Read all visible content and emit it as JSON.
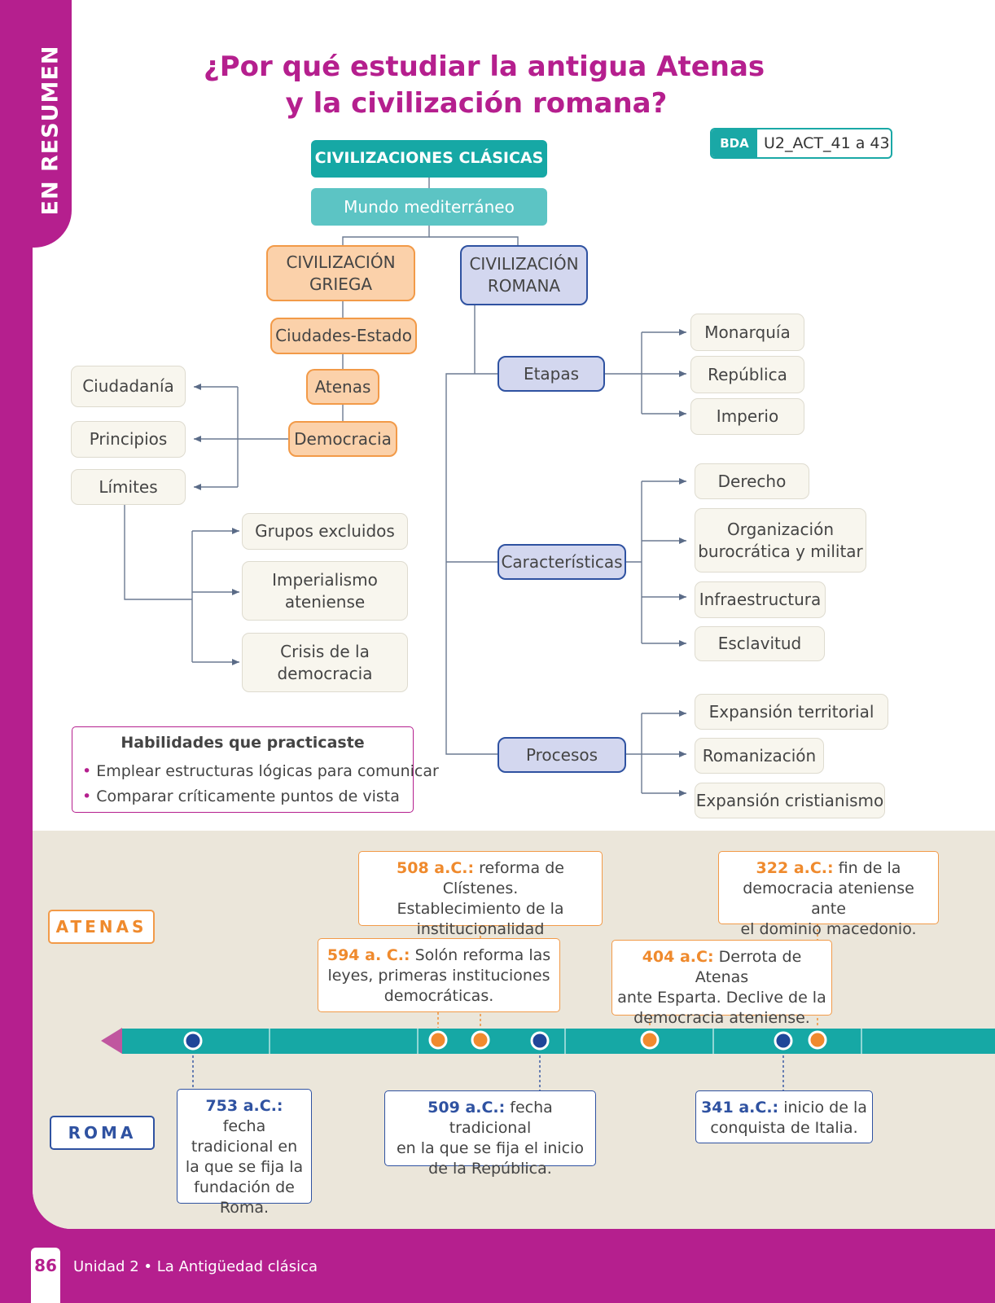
{
  "side_tab": "EN RESUMEN",
  "title": {
    "line1": "¿Por qué estudiar la antigua Atenas",
    "line2": "y la civilización romana?"
  },
  "bda": {
    "tag": "BDA",
    "code": "U2_ACT_41 a 43"
  },
  "map": {
    "root": "CIVILIZACIONES CLÁSICAS",
    "sub": "Mundo mediterráneo",
    "greek": {
      "title_l1": "CIVILIZACIÓN",
      "title_l2": "GRIEGA",
      "ciudades": "Ciudades-Estado",
      "atenas": "Atenas",
      "democracia": "Democracia",
      "branches": [
        "Ciudadanía",
        "Principios",
        "Límites"
      ],
      "limits": [
        {
          "l1": "Grupos excluidos",
          "l2": ""
        },
        {
          "l1": "Imperialismo",
          "l2": "ateniense"
        },
        {
          "l1": "Crisis de la",
          "l2": "democracia"
        }
      ]
    },
    "roman": {
      "title_l1": "CIVILIZACIÓN",
      "title_l2": "ROMANA",
      "etapas": "Etapas",
      "etapas_items": [
        "Monarquía",
        "República",
        "Imperio"
      ],
      "caracteristicas": "Características",
      "car_items": [
        {
          "l1": "Derecho",
          "l2": ""
        },
        {
          "l1": "Organización",
          "l2": "burocrática y militar"
        },
        {
          "l1": "Infraestructura",
          "l2": ""
        },
        {
          "l1": "Esclavitud",
          "l2": ""
        }
      ],
      "procesos": "Procesos",
      "proc_items": [
        "Expansión territorial",
        "Romanización",
        "Expansión cristianismo"
      ]
    }
  },
  "skills": {
    "title": "Habilidades que practicaste",
    "items": [
      "Emplear estructuras lógicas para comunicar",
      "Comparar críticamente puntos de vista"
    ]
  },
  "timeline": {
    "atenas_label": "ATENAS",
    "roma_label": "ROMA",
    "atenas_events": [
      {
        "year": "508 a.C.:",
        "l1": " reforma de Clístenes.",
        "l2": "Establecimiento de la",
        "l3": "institucionalidad democrática."
      },
      {
        "year": "322 a.C.:",
        "l1": " fin de la",
        "l2": "democracia ateniense ante",
        "l3": "el dominio macedonio."
      },
      {
        "year": "594 a. C.:",
        "l1": " Solón reforma las",
        "l2": "leyes, primeras instituciones",
        "l3": "democráticas."
      },
      {
        "year": "404 a.C:",
        "l1": " Derrota de Atenas",
        "l2": "ante Esparta. Declive de la",
        "l3": "democracia ateniense."
      }
    ],
    "roma_events": [
      {
        "year": "753 a.C.:",
        "l1": " fecha",
        "l2": "tradicional en",
        "l3": "la que se fija la",
        "l4": "fundación de",
        "l5": "Roma."
      },
      {
        "year": "509 a.C.:",
        "l1": " fecha tradicional",
        "l2": "en la que se fija el inicio",
        "l3": "de la República."
      },
      {
        "year": "341 a.C.:",
        "l1": " inicio de la",
        "l2": "conquista de Italia."
      }
    ]
  },
  "footer": {
    "page": "86",
    "text": "Unidad 2 • La Antigüedad clásica"
  },
  "colors": {
    "magenta": "#b51f8e",
    "teal": "#16a8a5",
    "orange": "#f29a48",
    "blue": "#2f52a1",
    "beige_band": "#ebe6da"
  }
}
